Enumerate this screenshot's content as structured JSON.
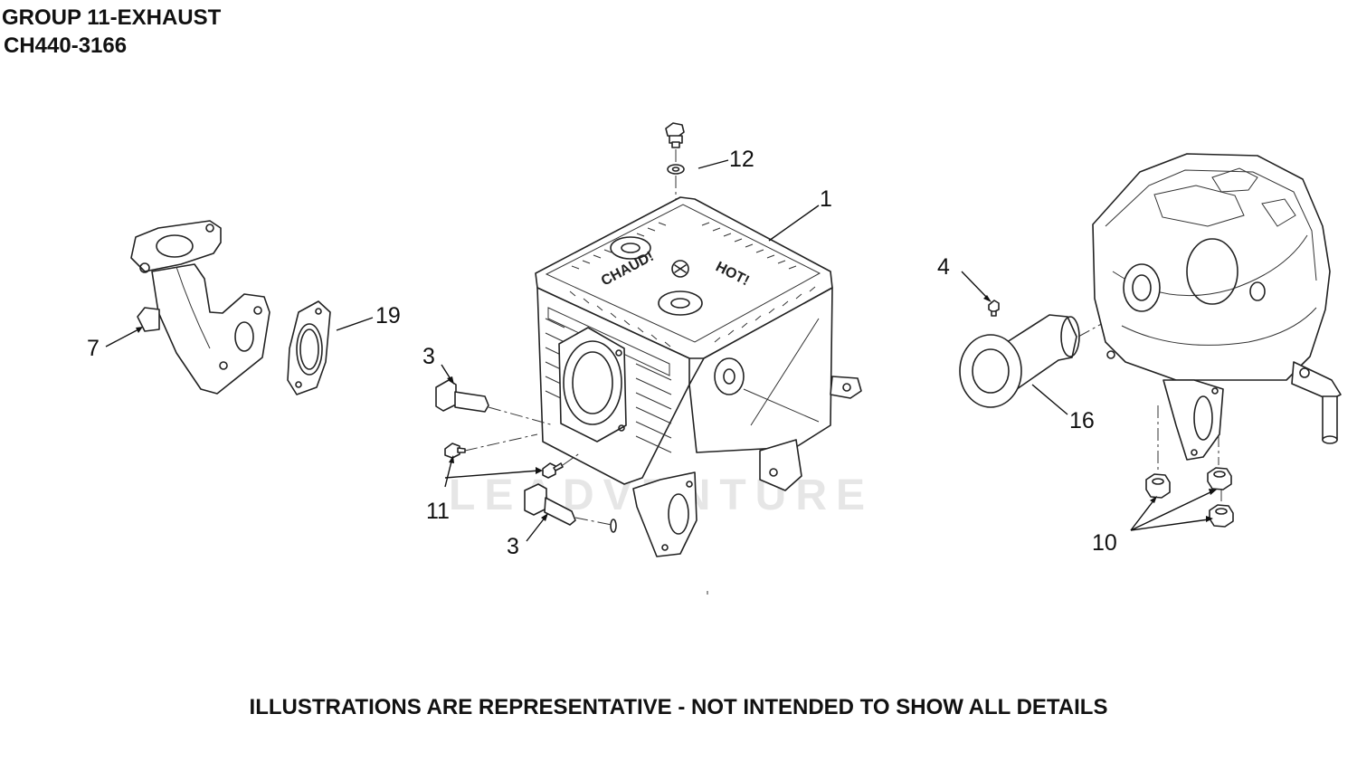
{
  "header": {
    "group_title": "GROUP 11-EXHAUST",
    "model": "CH440-3166"
  },
  "footer": {
    "disclaimer": "ILLUSTRATIONS ARE REPRESENTATIVE - NOT INTENDED TO SHOW ALL DETAILS"
  },
  "watermark": "LEADVENTURE",
  "muffler_stamp": {
    "left": "CHAUD!",
    "right": "HOT!"
  },
  "callouts": {
    "c1": "1",
    "c3a": "3",
    "c3b": "3",
    "c4": "4",
    "c7": "7",
    "c10": "10",
    "c11": "11",
    "c12": "12",
    "c16": "16",
    "c19": "19"
  }
}
